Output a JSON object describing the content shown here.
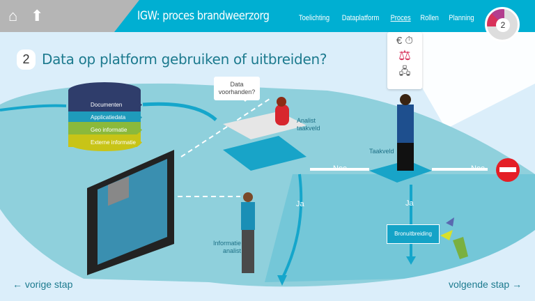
{
  "header": {
    "title": "IGW: proces brandweerzorg",
    "nav": [
      "Toelichting",
      "Dataplatform",
      "Proces",
      "Rollen",
      "Planning"
    ],
    "active": "Proces",
    "progress_step": "2"
  },
  "step": {
    "number": "2",
    "title": "Data op platform gebruiken of uitbreiden?"
  },
  "card_icons": {
    "top": "€ ⏱",
    "mid": "⚖",
    "bot": "🖧"
  },
  "database": [
    "Documenten",
    "Applicatiedata",
    "Geo informatie",
    "Externe informatie"
  ],
  "bubble": "Data voorhanden?",
  "labels": {
    "analist": "Analist taakveld",
    "taakveld": "Taakveld",
    "informatie": "Informatie analist",
    "nee1": "Nee",
    "nee2": "Nee",
    "ja1": "Ja",
    "ja2": "Ja",
    "bron": "Bronuitbreiding"
  },
  "footer": {
    "prev": "← vorige stap",
    "next": "volgende stap →"
  },
  "colors": {
    "header": "#00afd2",
    "floor": "#8fd0dc",
    "accent": "#1c7a8e"
  }
}
